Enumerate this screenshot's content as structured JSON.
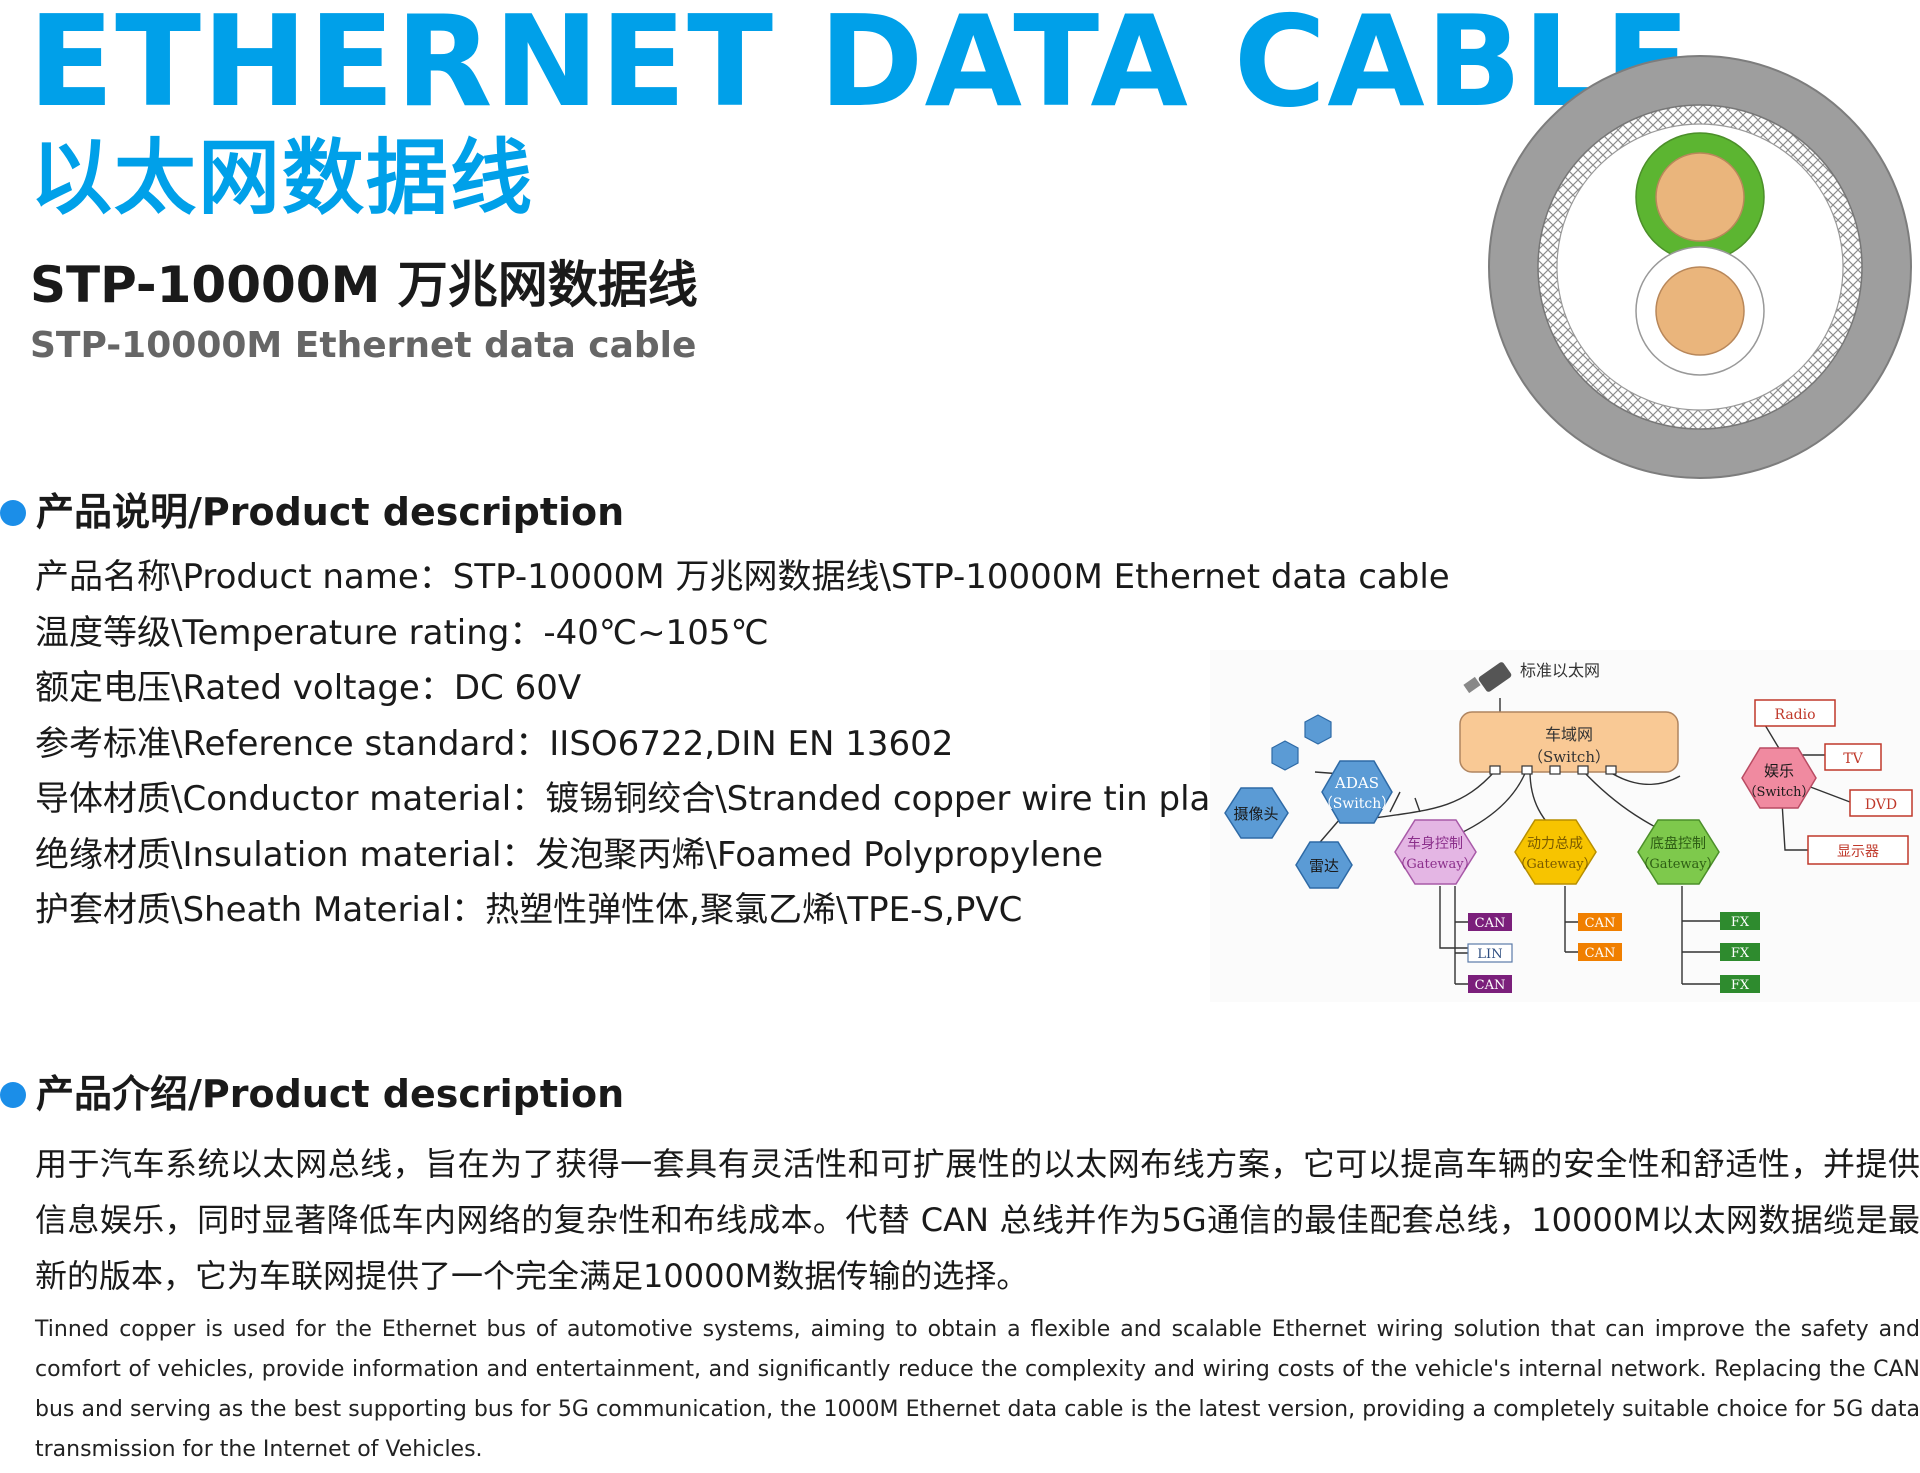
{
  "header": {
    "title": "ETHERNET DATA CABLE",
    "title_cn": "以太网数据线",
    "model_cn": "STP-10000M 万兆网数据线",
    "model_en": "STP-10000M Ethernet data cable"
  },
  "section1": {
    "heading": "产品说明/Product description",
    "specs": [
      "产品名称\\Product name：STP-10000M 万兆网数据线\\STP-10000M Ethernet data cable",
      "温度等级\\Temperature rating：-40℃~105℃",
      "额定电压\\Rated voltage：DC 60V",
      "参考标准\\Reference standard：IISO6722,DIN EN 13602",
      "导体材质\\Conductor material：镀锡铜绞合\\Stranded copper wire tin plated",
      "绝缘材质\\Insulation material：发泡聚丙烯\\Foamed Polypropylene",
      "护套材质\\Sheath Material：热塑性弹性体,聚氯乙烯\\TPE-S,PVC"
    ]
  },
  "section2": {
    "heading": "产品介绍/Product description",
    "body_cn": "用于汽车系统以太网总线，旨在为了获得一套具有灵活性和可扩展性的以太网布线方案，它可以提高车辆的安全性和舒适性，并提供信息娱乐，同时显著降低车内网络的复杂性和布线成本。代替 CAN 总线并作为5G通信的最佳配套总线，10000M以太网数据缆是最新的版本，它为车联网提供了一个完全满足10000M数据传输的选择。",
    "body_en": "Tinned copper is used for the Ethernet bus of automotive systems, aiming to obtain a flexible and scalable Ethernet wiring solution that can improve the safety and comfort of vehicles, provide information and entertainment, and significantly reduce the complexity and wiring costs of the vehicle's internal network. Replacing the CAN bus and serving as the best supporting bus for 5G communication, the 1000M Ethernet data cable is the latest version, providing a completely suitable choice for 5G data transmission for the Internet of Vehicles."
  },
  "diagram": {
    "std_ethernet": "标准以太网",
    "domain_net": "车域网",
    "switch": "（Switch）",
    "adas": "ADAS",
    "camera": "摄像头",
    "radar": "雷达",
    "body_ctrl": "车身控制",
    "powertrain": "动力总成",
    "chassis": "底盘控制",
    "gateway": "（Gateway）",
    "entertainment": "娱乐",
    "radio": "Radio",
    "tv": "TV",
    "dvd": "DVD",
    "display": "显示器",
    "body_bus": [
      "CAN",
      "LIN",
      "CAN"
    ],
    "power_bus": [
      "CAN",
      "CAN"
    ],
    "chassis_bus": [
      "FX",
      "FX",
      "FX"
    ]
  },
  "colors": {
    "brand_blue": "#00a0e9",
    "bullet_blue": "#1b8ee8",
    "subtitle_gray": "#666666",
    "jacket_gray": "#9e9e9e",
    "insulation_green": "#5cb531",
    "copper": "#eab57c"
  }
}
